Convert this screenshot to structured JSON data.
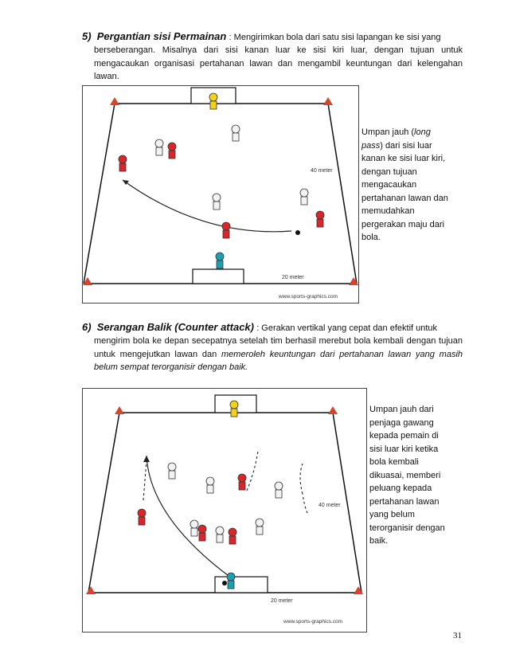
{
  "section5": {
    "number": "5)",
    "title": "Pergantian sisi Permainan",
    "description": ": Mengirimkan bola dari satu sisi  lapangan ke sisi yang",
    "body": "berseberangan. Misalnya dari sisi kanan luar ke sisi kiri luar, dengan tujuan untuk mengacaukan organisasi pertahanan lawan dan mengambil keuntungan dari kelengahan lawan.",
    "diagram": {
      "distance_long": "40 meter",
      "distance_short": "20 meter",
      "credit": "www.sports-graphics.com"
    },
    "note": {
      "part1": "Umpan jauh (",
      "italic": "long pass",
      "part2": ") dari sisi luar kanan ke sisi luar kiri, dengan tujuan mengacaukan pertahanan lawan dan memudahkan pergerakan maju dari bola."
    }
  },
  "section6": {
    "number": "6)",
    "title": "Serangan Balik (Counter attack)",
    "description": ": Gerakan vertikal yang cepat dan efektif untuk",
    "body_plain": "mengirim bola ke depan secepatnya setelah tim berhasil merebut bola kembali dengan tujuan untuk mengejutkan lawan dan ",
    "body_italic": "memeroleh keuntungan dari pertahanan lawan yang masih belum sempat terorganisir dengan baik.",
    "diagram": {
      "distance_long": "40 meter",
      "distance_short": "20 meter",
      "credit": "www.sports-graphics.com"
    },
    "note": "Umpan jauh dari penjaga gawang kepada pemain di sisi luar kiri ketika bola kembali dikuasai, memberi peluang kepada pertahanan lawan yang belum terorganisir dengan baik."
  },
  "page_number": "31",
  "colors": {
    "red_team": "#d9262b",
    "goalkeeper_yellow": "#f2d21b",
    "goalkeeper_teal": "#1e9fb0",
    "cone": "#d8432b"
  }
}
